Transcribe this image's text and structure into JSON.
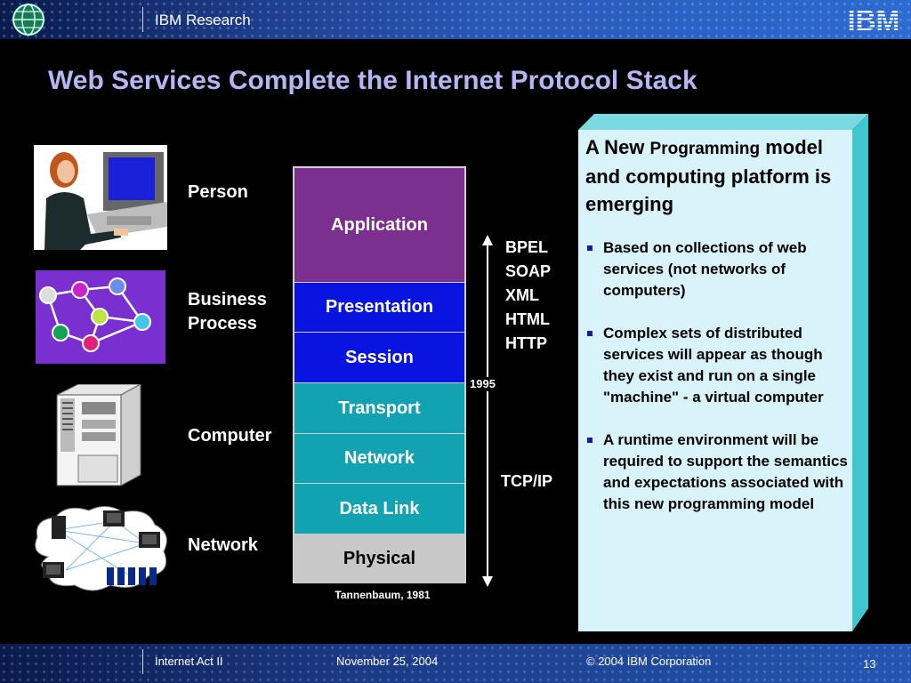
{
  "header": {
    "org_label": "IBM Research",
    "logo_text": "IBM"
  },
  "slide": {
    "title": "Web Services Complete the Internet Protocol Stack"
  },
  "left_labels": {
    "person": "Person",
    "business_line1": "Business",
    "business_line2": "Process",
    "computer": "Computer",
    "network": "Network"
  },
  "stack": {
    "layers": [
      {
        "label": "Application",
        "color": "#7b2f8f"
      },
      {
        "label": "Presentation",
        "color": "#0a14e0"
      },
      {
        "label": "Session",
        "color": "#0a14e0"
      },
      {
        "label": "Transport",
        "color": "#12a3b3"
      },
      {
        "label": "Network",
        "color": "#12a3b3"
      },
      {
        "label": "Data Link",
        "color": "#12a3b3"
      },
      {
        "label": "Physical",
        "color": "#c8c8c8"
      }
    ],
    "caption": "Tannenbaum, 1981"
  },
  "timeline": {
    "year": "1995",
    "upper_protocols": [
      "BPEL",
      "SOAP",
      "XML",
      "HTML",
      "HTTP"
    ],
    "lower_protocol": "TCP/IP"
  },
  "panel": {
    "heading_big": "A New",
    "heading_small": "Programming",
    "heading_rest": "model and computing platform is emerging",
    "bullets": [
      "Based on collections of web services (not networks of computers)",
      "Complex sets of distributed services will appear as though they exist and run on a single \"machine\" - a virtual computer",
      "A runtime environment will be required to support the semantics and expectations associated with this new programming model"
    ],
    "colors": {
      "face": "#d8f4fa",
      "edge": "#3fc6cf",
      "bullet": "#1a1aa0"
    }
  },
  "footer": {
    "presentation": "Internet Act II",
    "date": "November 25, 2004",
    "copyright": "© 2004 IBM Corporation",
    "page": "13"
  }
}
